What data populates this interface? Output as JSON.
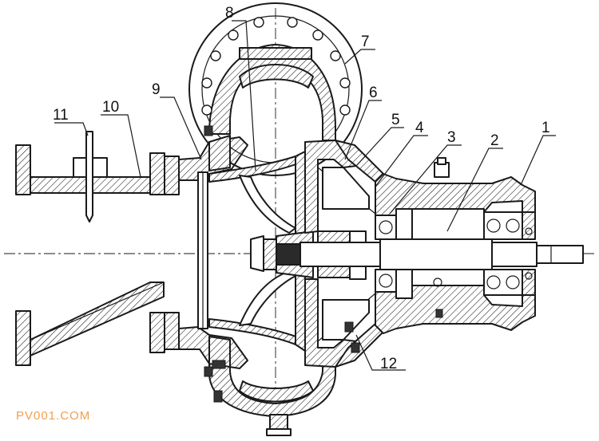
{
  "callouts": [
    {
      "id": "c1",
      "label": "1"
    },
    {
      "id": "c2",
      "label": "2"
    },
    {
      "id": "c3",
      "label": "3"
    },
    {
      "id": "c4",
      "label": "4"
    },
    {
      "id": "c5",
      "label": "5"
    },
    {
      "id": "c6",
      "label": "6"
    },
    {
      "id": "c7",
      "label": "7"
    },
    {
      "id": "c8",
      "label": "8"
    },
    {
      "id": "c9",
      "label": "9"
    },
    {
      "id": "c10",
      "label": "10"
    },
    {
      "id": "c11",
      "label": "11"
    },
    {
      "id": "c12",
      "label": "12"
    }
  ],
  "watermark": {
    "text": "PV001.COM",
    "color": "#f0a050"
  },
  "colors": {
    "line": "#1a1a1a",
    "background": "#ffffff"
  }
}
